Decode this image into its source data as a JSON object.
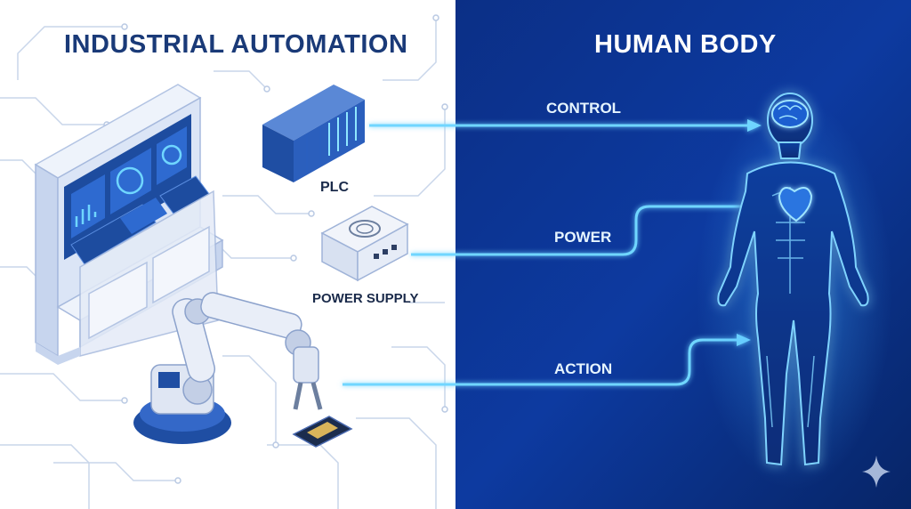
{
  "titles": {
    "left": "INDUSTRIAL AUTOMATION",
    "right": "HUMAN BODY"
  },
  "components": {
    "plc": "PLC",
    "power_supply": "POWER SUPPLY"
  },
  "links": {
    "control": "CONTROL",
    "power": "POWER",
    "action": "ACTION"
  },
  "colors": {
    "left_background": "#ffffff",
    "right_background": "#0a2f8c",
    "left_title": "#1a3a78",
    "right_title": "#ffffff",
    "glow": "#5fd0ff",
    "equipment": "#3a6fd0"
  },
  "icons": {
    "control_station": "control-panel-icon",
    "plc": "plc-icon",
    "power_supply": "power-supply-icon",
    "robot": "robot-arm-icon",
    "chip": "chip-icon",
    "body": "human-body-icon",
    "brain": "brain-icon",
    "heart": "heart-icon",
    "sparkle": "sparkle-icon"
  }
}
